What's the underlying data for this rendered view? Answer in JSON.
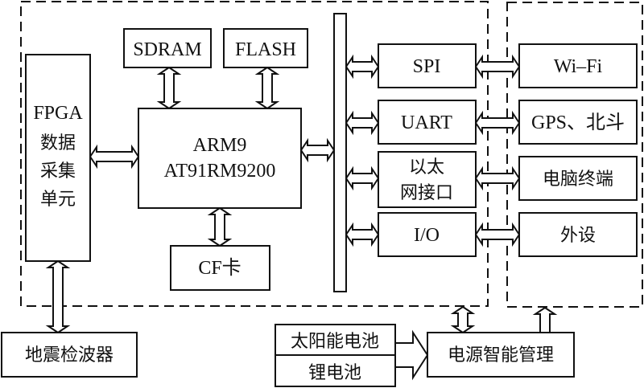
{
  "diagram": {
    "type": "block-diagram",
    "groups": [
      {
        "id": "main-board",
        "style": "dashed"
      },
      {
        "id": "external-devices",
        "style": "dashed"
      }
    ],
    "blocks": {
      "fpga": {
        "lines": [
          "FPGA",
          "数据",
          "采集",
          "单元"
        ]
      },
      "sdram": {
        "label": "SDRAM"
      },
      "flash": {
        "label": "FLASH"
      },
      "arm": {
        "lines": [
          "ARM9",
          "AT91RM9200"
        ]
      },
      "cf": {
        "label": "CF卡"
      },
      "spi": {
        "label": "SPI"
      },
      "uart": {
        "label": "UART"
      },
      "ethernet": {
        "lines": [
          "以太",
          "网接口"
        ]
      },
      "io": {
        "label": "I/O"
      },
      "wifi": {
        "label": "Wi–Fi"
      },
      "gps": {
        "label": "GPS、北斗"
      },
      "pc": {
        "label": "电脑终端"
      },
      "peripheral": {
        "label": "外设"
      },
      "geophone": {
        "label": "地震检波器"
      },
      "solar": {
        "label": "太阳能电池"
      },
      "lithium": {
        "label": "锂电池"
      },
      "power": {
        "label": "电源智能管理"
      }
    },
    "connections": [
      {
        "from": "sdram",
        "to": "arm",
        "type": "bidirectional"
      },
      {
        "from": "flash",
        "to": "arm",
        "type": "bidirectional"
      },
      {
        "from": "fpga",
        "to": "arm",
        "type": "bidirectional"
      },
      {
        "from": "arm",
        "to": "cf",
        "type": "bidirectional"
      },
      {
        "from": "arm",
        "to": "bus",
        "type": "bidirectional"
      },
      {
        "from": "bus",
        "to": "spi",
        "type": "bidirectional"
      },
      {
        "from": "bus",
        "to": "uart",
        "type": "bidirectional"
      },
      {
        "from": "bus",
        "to": "ethernet",
        "type": "bidirectional"
      },
      {
        "from": "bus",
        "to": "io",
        "type": "bidirectional"
      },
      {
        "from": "spi",
        "to": "wifi",
        "type": "bidirectional"
      },
      {
        "from": "uart",
        "to": "gps",
        "type": "bidirectional"
      },
      {
        "from": "ethernet",
        "to": "pc",
        "type": "bidirectional"
      },
      {
        "from": "io",
        "to": "peripheral",
        "type": "bidirectional"
      },
      {
        "from": "fpga",
        "to": "geophone",
        "type": "bidirectional"
      },
      {
        "from": "batteries",
        "to": "power",
        "type": "unidirectional"
      },
      {
        "from": "power",
        "to": "main-board",
        "type": "bidirectional"
      },
      {
        "from": "power",
        "to": "external-devices",
        "type": "unidirectional"
      }
    ]
  }
}
